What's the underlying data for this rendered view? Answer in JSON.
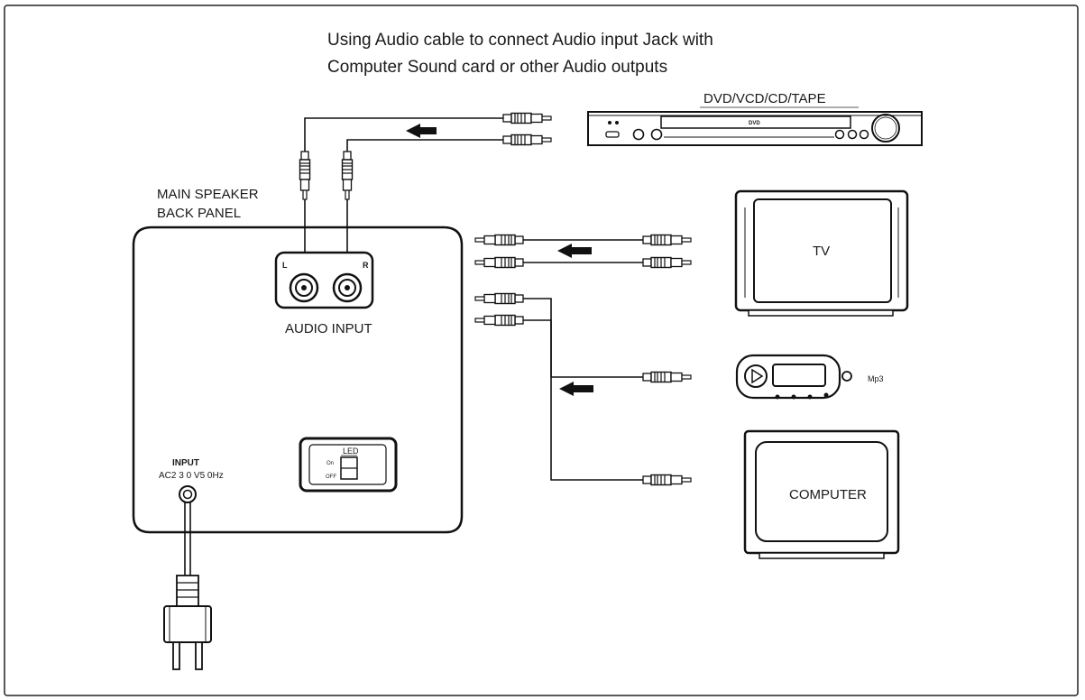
{
  "caption": {
    "line1": "Using Audio cable to connect Audio input Jack with",
    "line2": "Computer Sound card or other Audio outputs"
  },
  "labels": {
    "dvd": "DVD/VCD/CD/TAPE",
    "dvd_logo": "DVD",
    "main_speaker_line1": "MAIN SPEAKER",
    "main_speaker_line2": "BACK PANEL",
    "audio_input": "AUDIO INPUT",
    "jack_left": "L",
    "jack_right": "R",
    "tv": "TV",
    "mp3": "Mp3",
    "computer": "COMPUTER",
    "input": "INPUT",
    "ac_spec": "AC2 3 0 V5 0Hz",
    "led": "LED",
    "switch_on": "On",
    "switch_off": "OFF"
  }
}
